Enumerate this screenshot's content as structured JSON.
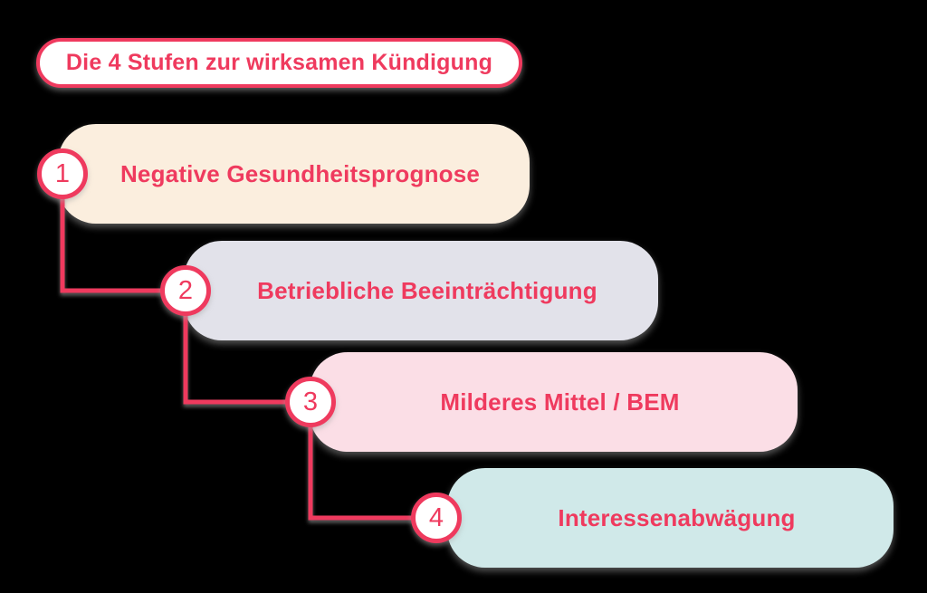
{
  "title": "Die 4 Stufen zur wirksamen Kündigung",
  "colors": {
    "accent": "#EF3A5E",
    "background": "#000000",
    "circle_fill": "#FFFFFF",
    "step_1": "#FBEEDE",
    "step_2": "#E2E2EA",
    "step_3": "#FBDEE6",
    "step_4": "#D0E9E9"
  },
  "steps": [
    {
      "number": "1",
      "label": "Negative Gesundheitsprognose",
      "color": "#FBEEDE"
    },
    {
      "number": "2",
      "label": "Betriebliche Beeinträchtigung",
      "color": "#E2E2EA"
    },
    {
      "number": "3",
      "label": "Milderes Mittel / BEM",
      "color": "#FBDEE6"
    },
    {
      "number": "4",
      "label": "Interessenabwägung",
      "color": "#D0E9E9"
    }
  ]
}
